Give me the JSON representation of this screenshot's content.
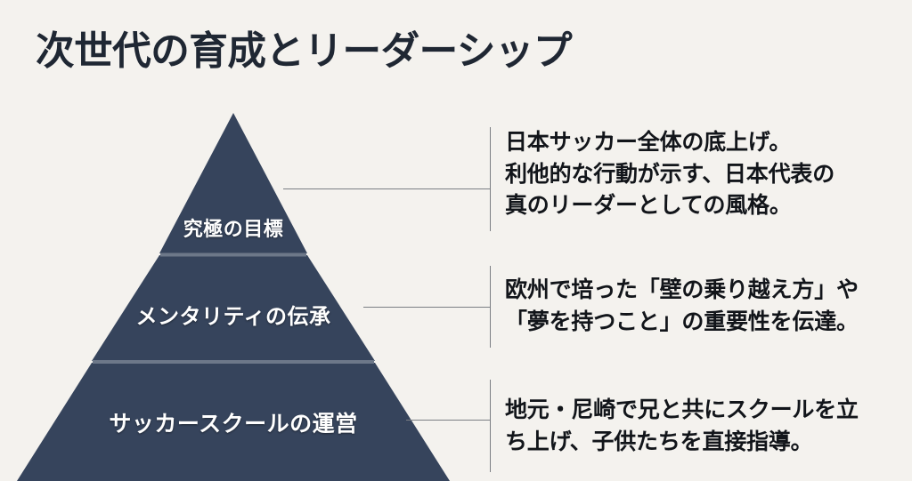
{
  "slide": {
    "title": "次世代の育成とリーダーシップ",
    "background_color": "#f4f2ee",
    "title_color": "#1f2733",
    "pyramid_color": "#36445c",
    "divider_color": "#6d7889",
    "connector_color": "#7b7f84",
    "body_text_color": "#12151a",
    "tier_label_color": "#ffffff"
  },
  "pyramid": {
    "tiers": [
      {
        "level": 1,
        "label": "究極の目標"
      },
      {
        "level": 2,
        "label": "メンタリティの伝承"
      },
      {
        "level": 3,
        "label": "サッカースクールの運営"
      }
    ]
  },
  "descriptions": [
    {
      "tier": "究極の目標",
      "lines": [
        "日本サッカー全体の底上げ。",
        "利他的な行動が示す、日本代表の",
        "真のリーダーとしての風格。"
      ]
    },
    {
      "tier": "メンタリティの伝承",
      "lines": [
        "欧州で培った「壁の乗り越え方」や",
        "「夢を持つこと」の重要性を伝達。"
      ]
    },
    {
      "tier": "サッカースクールの運営",
      "lines": [
        "地元・尼崎で兄と共にスクールを立",
        "ち上げ、子供たちを直接指導。"
      ]
    }
  ]
}
